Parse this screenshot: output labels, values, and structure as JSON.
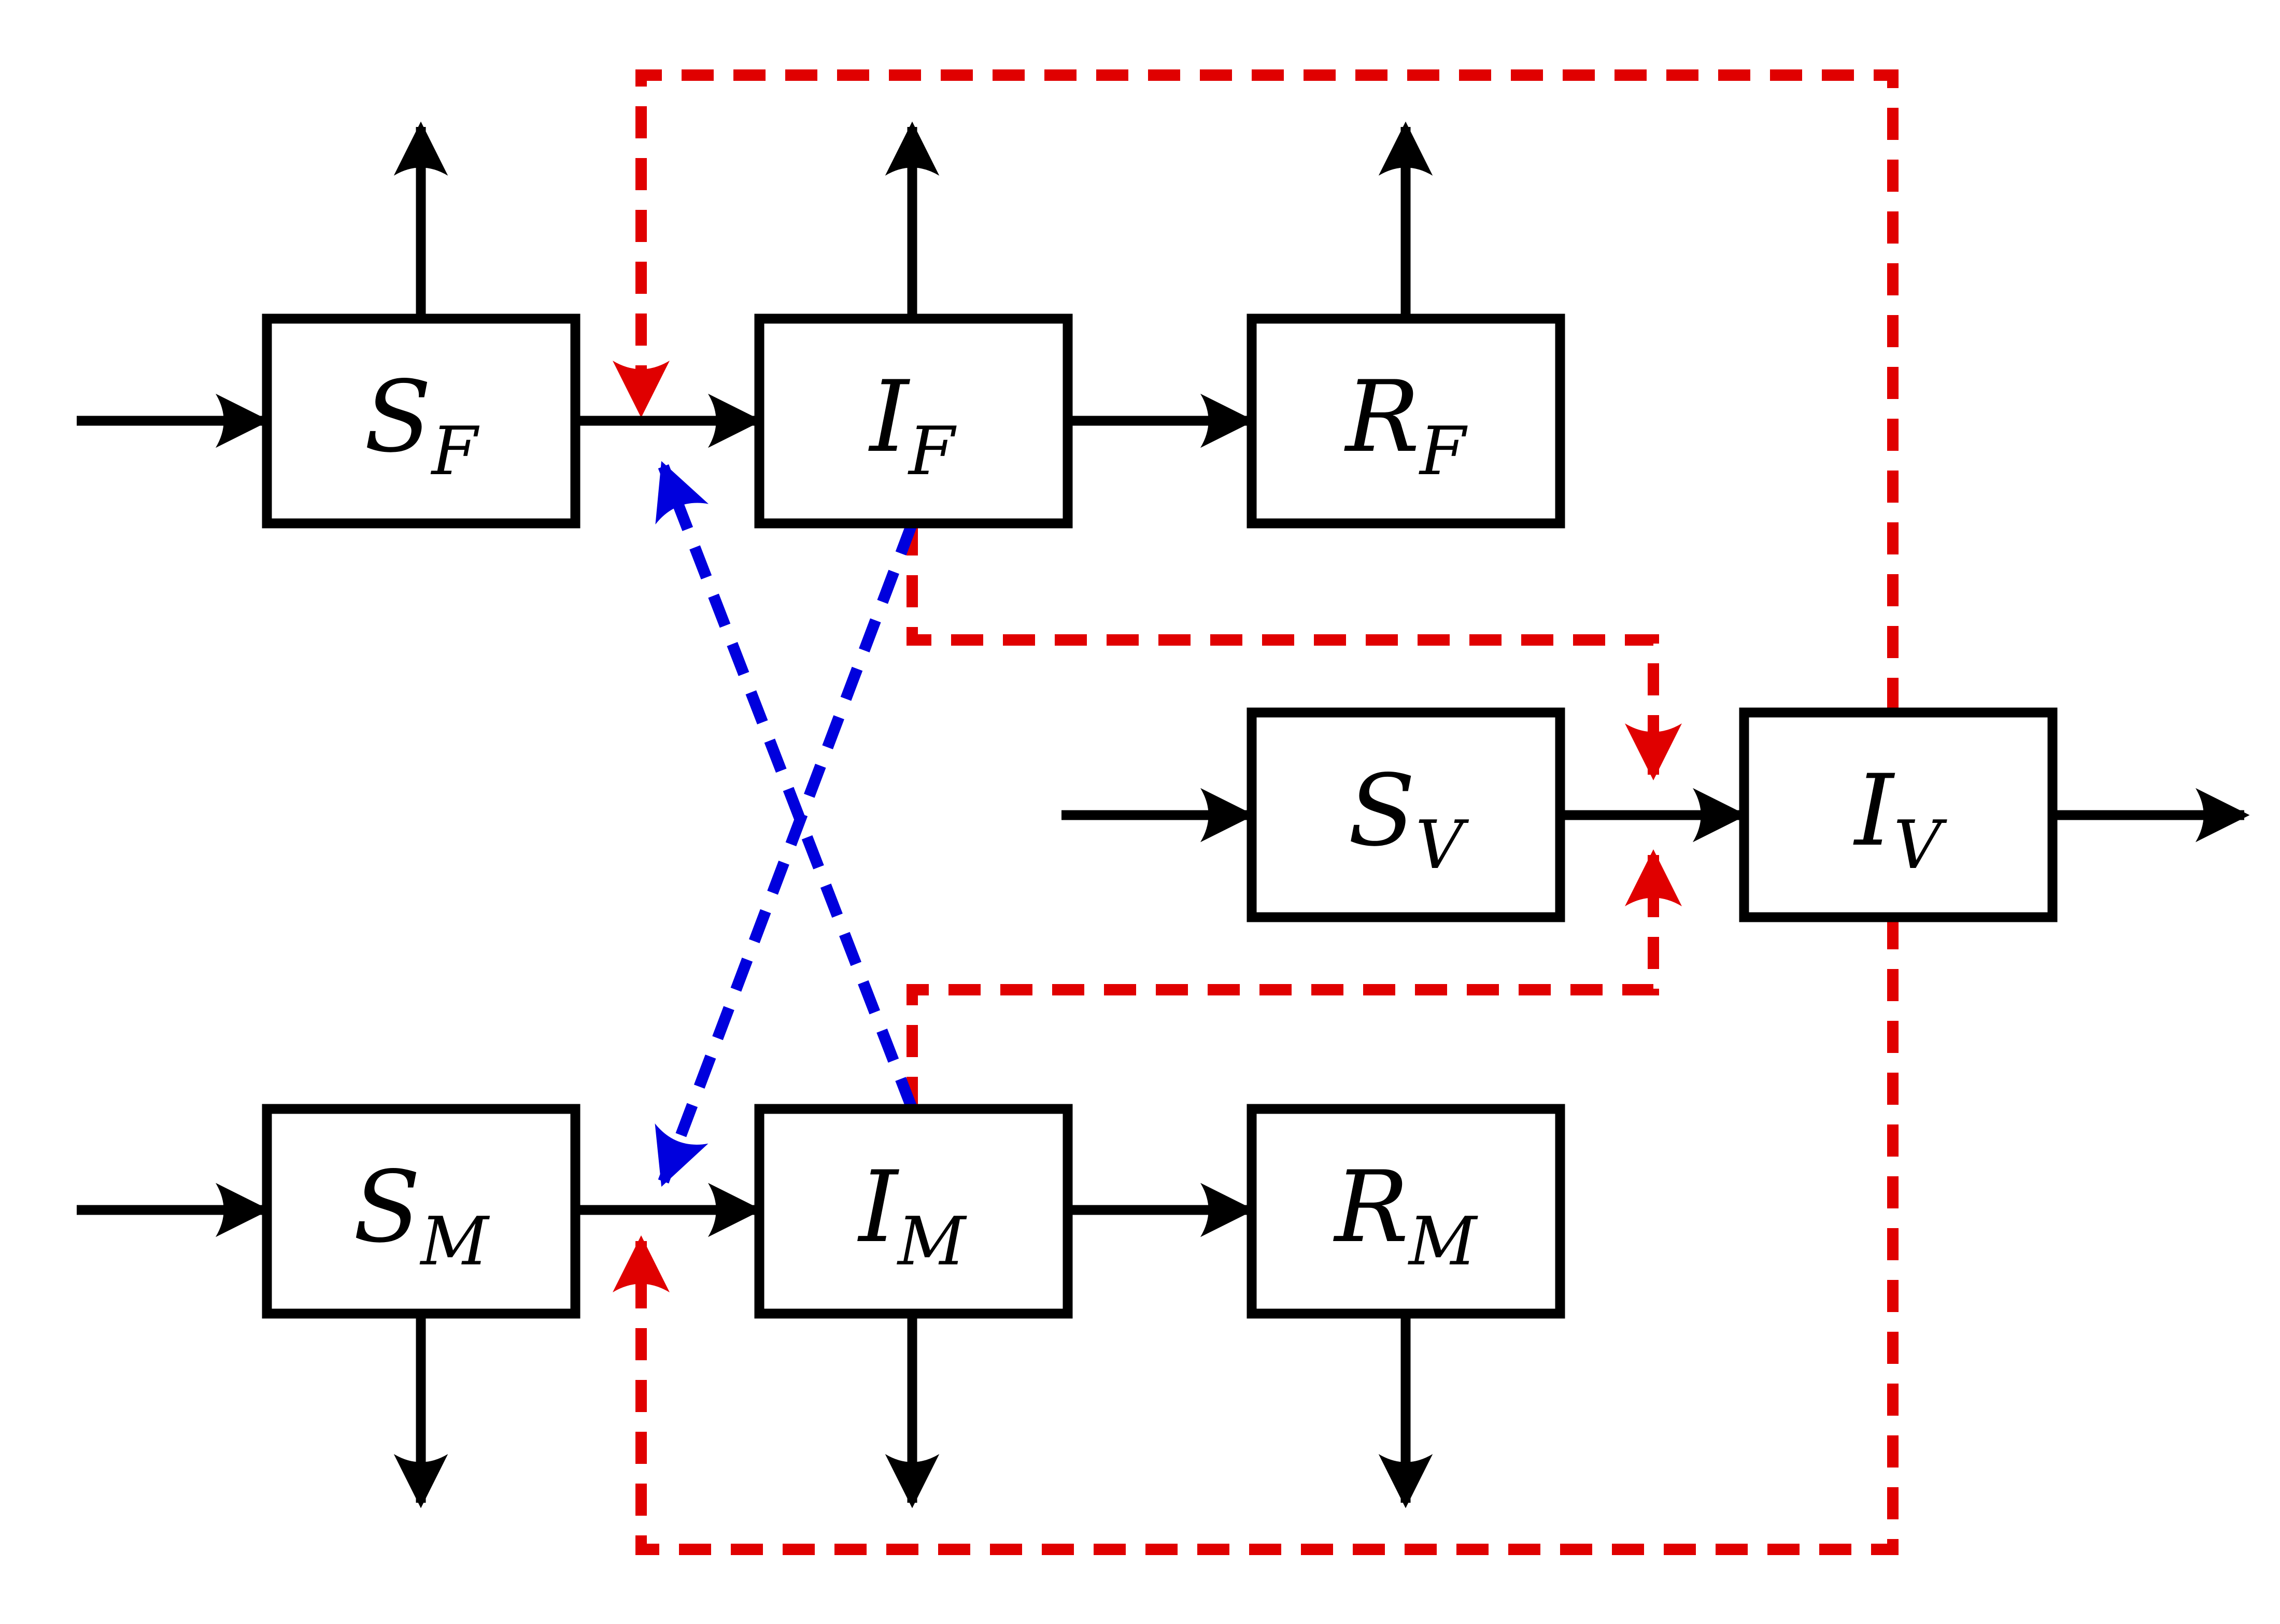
{
  "colors": {
    "box_stroke": "#000000",
    "flow_arrow": "#000000",
    "vector_transmission": "#e00000",
    "direct_transmission": "#0000dd"
  },
  "compartments": [
    {
      "id": "SF",
      "main": "S",
      "sub": "F"
    },
    {
      "id": "IF",
      "main": "I",
      "sub": "F"
    },
    {
      "id": "RF",
      "main": "R",
      "sub": "F"
    },
    {
      "id": "SV",
      "main": "S",
      "sub": "V"
    },
    {
      "id": "IV",
      "main": "I",
      "sub": "V"
    },
    {
      "id": "SM",
      "main": "S",
      "sub": "M"
    },
    {
      "id": "IM",
      "main": "I",
      "sub": "M"
    },
    {
      "id": "RM",
      "main": "R",
      "sub": "M"
    }
  ]
}
